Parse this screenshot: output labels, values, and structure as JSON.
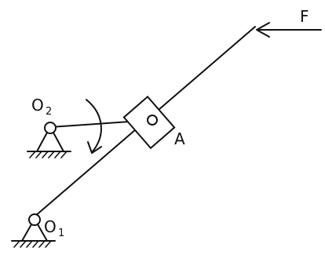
{
  "labels": {
    "force": "F",
    "slider": "A",
    "pivot_o2_main": "O",
    "pivot_o2_sub": "2",
    "pivot_o1_main": "O",
    "pivot_o1_sub": "1"
  },
  "icons": {
    "rotation": "curved-arrow-icon",
    "force_arrow": "arrow-left-icon",
    "ground": "ground-hatch-icon"
  },
  "colors": {
    "stroke": "#111111",
    "background": "#ffffff"
  }
}
